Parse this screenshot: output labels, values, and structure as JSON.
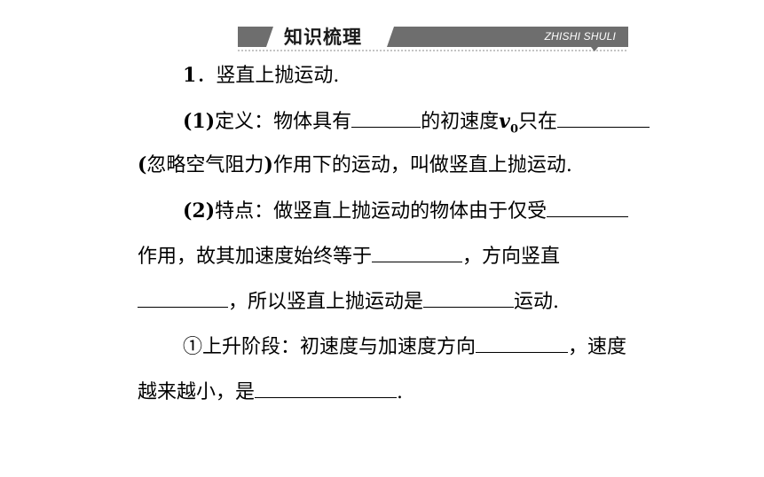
{
  "banner": {
    "title": "知识梳理",
    "subtitle": "ZHISHI SHULI"
  },
  "section": {
    "number": "1",
    "heading": "．竖直上抛运动."
  },
  "definition": {
    "label": "(1)",
    "text_a": "定义：物体具有",
    "text_b": "的初速度",
    "symbol": "v",
    "subscript": "0",
    "text_c": "只在",
    "line2_label": "(",
    "line2_a": "忽略空气阻力",
    "line2_label_close": ")",
    "line2_b": "作用下的运动，叫做竖直上抛运动."
  },
  "features": {
    "label": "(2)",
    "text_a": "特点：做竖直上抛运动的物体由于仅受",
    "line2_a": "作用，故其加速度始终等于",
    "line2_b": "，方向竖直",
    "line3_a": "，所以竖直上抛运动是",
    "line3_b": "运动."
  },
  "rising": {
    "marker": "①",
    "text_a": "上升阶段：初速度与加速度方向",
    "text_b": "，速度",
    "line2_a": "越来越小，是",
    "line2_b": "."
  }
}
